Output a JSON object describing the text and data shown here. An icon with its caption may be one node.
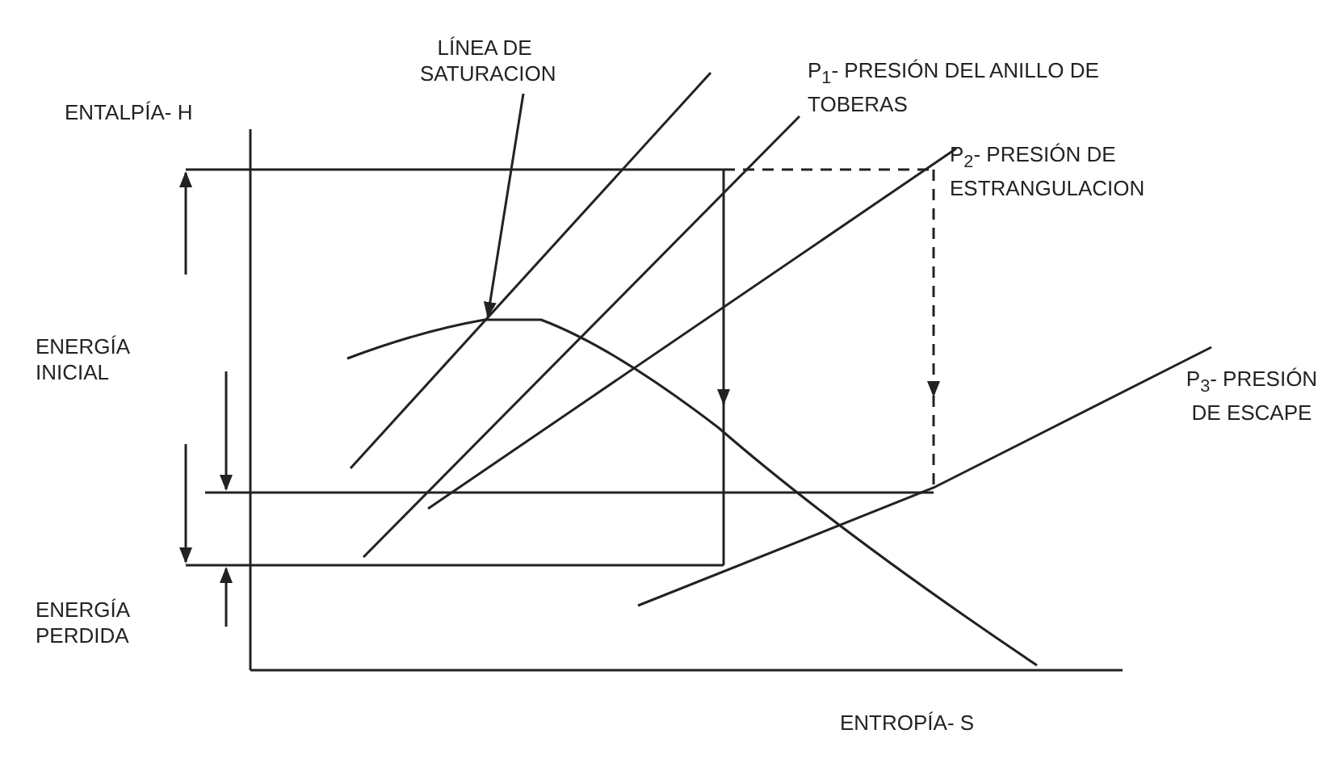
{
  "diagram": {
    "nodes": [
      {
        "text": [
          "LÍNEA DE SATURACION"
        ]
      },
      {
        "text": [],
        "shape": "curve"
      }
    ],
    "edges": [
      {
        "from": 0,
        "to": 1,
        "arrow": "to"
      }
    ],
    "labels": [
      "ENTALPÍA- H",
      "P$_{1}$- PRESIÓN DEL ANILLO DE TOBERAS",
      "P$_{2}$- PRESIÓN DE ESTRANGULACION",
      "ENERGÍA INICIAL",
      "P$_{3}$- PRESIÓN DE ESCAPE",
      "ENERGÍA PERDIDA",
      "ENTROPÍA- S"
    ]
  }
}
